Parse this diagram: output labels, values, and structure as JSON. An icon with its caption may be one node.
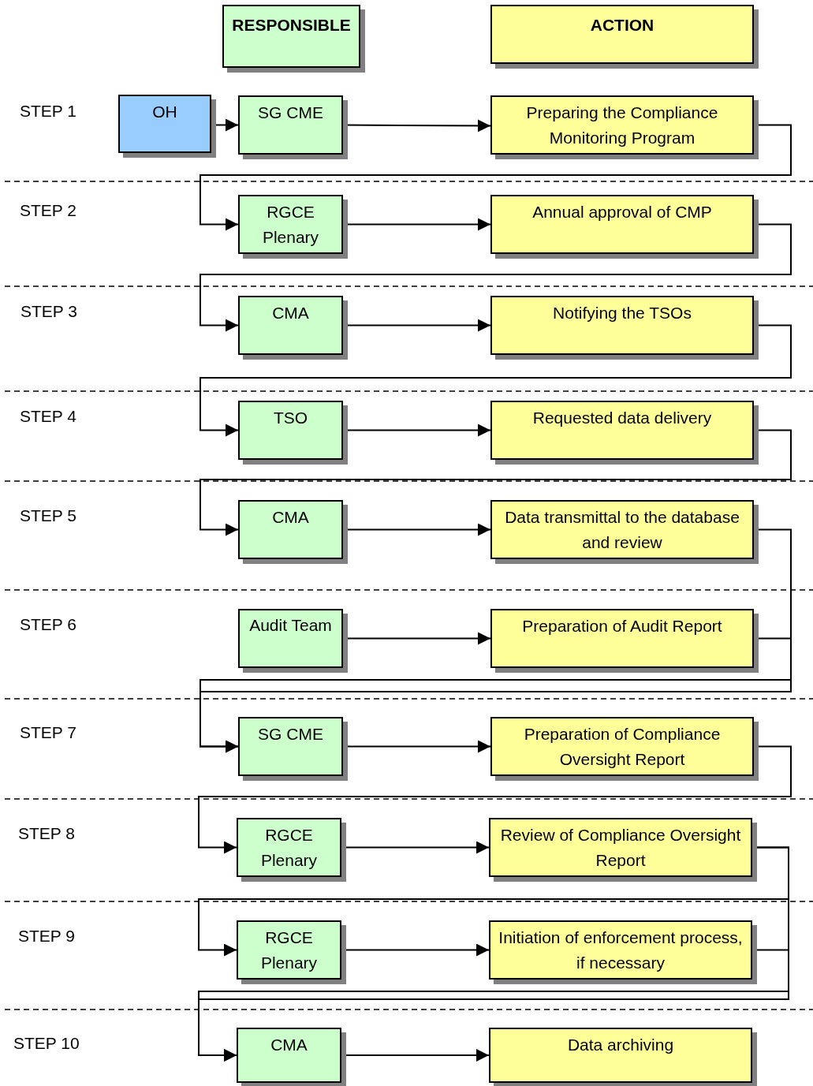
{
  "diagram": {
    "nodes": [
      {
        "text": [
          "RESPONSIBLE"
        ]
      },
      {
        "text": [
          "ACTION"
        ]
      },
      {
        "text": [
          "OH"
        ]
      },
      {
        "text": [
          "SG CME"
        ]
      },
      {
        "text": [
          "Preparing the Compliance Monitoring Program"
        ]
      },
      {
        "text": [
          "RGCE Plenary"
        ]
      },
      {
        "text": [
          "Annual approval of CMP"
        ]
      },
      {
        "text": [
          "CMA"
        ]
      },
      {
        "text": [
          "Notifying the TSOs"
        ]
      },
      {
        "text": [
          "TSO"
        ]
      },
      {
        "text": [
          "Requested data delivery"
        ]
      },
      {
        "text": [
          "CMA"
        ]
      },
      {
        "text": [
          "Data transmittal to the database and review"
        ]
      },
      {
        "text": [
          "Audit Team"
        ]
      },
      {
        "text": [
          "Preparation of Audit Report"
        ]
      },
      {
        "text": [
          "SG CME"
        ]
      },
      {
        "text": [
          "Preparation of Compliance Oversight Report"
        ]
      },
      {
        "text": [
          "RGCE Plenary"
        ]
      },
      {
        "text": [
          "Review of Compliance Oversight Report"
        ]
      },
      {
        "text": [
          "RGCE Plenary"
        ]
      },
      {
        "text": [
          "Initiation of enforcement process, if necessary"
        ]
      },
      {
        "text": [
          "CMA"
        ]
      },
      {
        "text": [
          "Data archiving"
        ]
      }
    ],
    "edges": [
      {
        "from": 2,
        "to": 3,
        "arrow": "to"
      },
      {
        "from": 3,
        "to": 4,
        "arrow": "to"
      },
      {
        "from": 4,
        "to": 5,
        "arrow": "to"
      },
      {
        "from": 5,
        "to": 6,
        "arrow": "to"
      },
      {
        "from": 6,
        "to": 7,
        "arrow": "to"
      },
      {
        "from": 7,
        "to": 8,
        "arrow": "to"
      },
      {
        "from": 8,
        "to": 9,
        "arrow": "to"
      },
      {
        "from": 9,
        "to": 10,
        "arrow": "to"
      },
      {
        "from": 10,
        "to": 11,
        "arrow": "to"
      },
      {
        "from": 11,
        "to": 12,
        "arrow": "to"
      },
      {
        "from": 12,
        "to": 15,
        "arrow": "to"
      },
      {
        "from": 13,
        "to": 14,
        "arrow": "to"
      },
      {
        "from": 14,
        "to": 15,
        "arrow": "to"
      },
      {
        "from": 15,
        "to": 16,
        "arrow": "to"
      },
      {
        "from": 16,
        "to": 17,
        "arrow": "to"
      },
      {
        "from": 17,
        "to": 18,
        "arrow": "to"
      },
      {
        "from": 18,
        "to": 19,
        "arrow": "to"
      },
      {
        "from": 19,
        "to": 20,
        "arrow": "to"
      },
      {
        "from": 18,
        "to": 21,
        "arrow": "to"
      },
      {
        "from": 20,
        "to": 21,
        "arrow": "to"
      },
      {
        "from": 21,
        "to": 22,
        "arrow": "to"
      }
    ],
    "labels": [
      "STEP 1",
      "STEP 2",
      "STEP 3",
      "STEP 4",
      "STEP 5",
      "STEP 6",
      "STEP 7",
      "STEP 8",
      "STEP 9",
      "STEP 10"
    ]
  }
}
